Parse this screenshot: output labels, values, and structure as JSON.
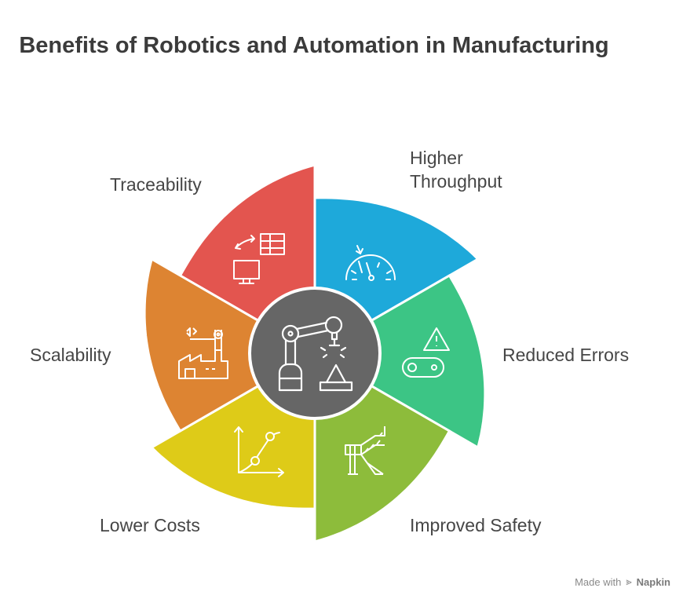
{
  "title": "Benefits of Robotics and Automation in Manufacturing",
  "center": {
    "icon": "robot-arm-icon",
    "color": "#666666"
  },
  "segments": [
    {
      "label": "Traceability",
      "color": "#E3554F",
      "icon": "traceability-icon"
    },
    {
      "label": "Higher Throughput",
      "color": "#1EA9DA",
      "icon": "speedometer-icon"
    },
    {
      "label": "Reduced Errors",
      "color": "#3CC585",
      "icon": "conveyor-warning-icon"
    },
    {
      "label": "Improved Safety",
      "color": "#8DBC3B",
      "icon": "safety-barrier-icon"
    },
    {
      "label": "Lower Costs",
      "color": "#DECB18",
      "icon": "line-chart-icon"
    },
    {
      "label": "Scalability",
      "color": "#DD8432",
      "icon": "factory-icon"
    }
  ],
  "footer": {
    "prefix": "Made with",
    "brand": "Napkin"
  }
}
